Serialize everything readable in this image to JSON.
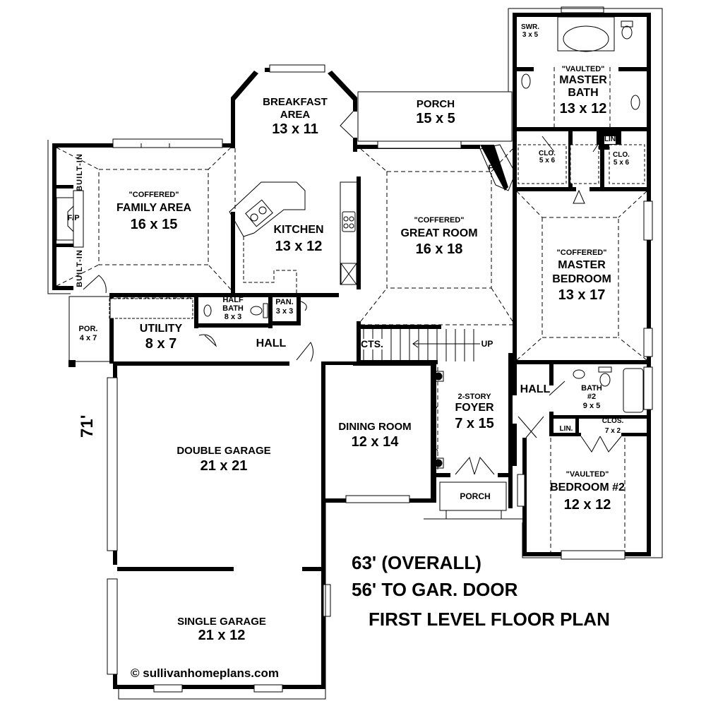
{
  "plan": {
    "title": "FIRST LEVEL FLOOR PLAN",
    "overall_width": "63' (OVERALL)",
    "garage_door_width": "56' TO GAR. DOOR",
    "overall_depth": "71'",
    "copyright": "© sullivanhomeplans.com"
  },
  "rooms": {
    "master_bath": {
      "note": "\"VAULTED\"",
      "name1": "MASTER",
      "name2": "BATH",
      "size": "13 x 12"
    },
    "shower": {
      "name": "SWR.",
      "size": "3 x 5"
    },
    "closet_left": {
      "name": "CLO.",
      "size": "5 x 6"
    },
    "closet_right": {
      "name": "CLO.",
      "size": "5 x 6"
    },
    "linen_master": {
      "name": "LIN"
    },
    "breakfast": {
      "name1": "BREAKFAST",
      "name2": "AREA",
      "size": "13 x 11"
    },
    "rear_porch": {
      "name": "PORCH",
      "size": "15 x 5"
    },
    "family_area": {
      "note": "\"COFFERED\"",
      "name": "FAMILY AREA",
      "size": "16 x 15"
    },
    "family_fireplace": {
      "name": "F/P"
    },
    "built_in_top": {
      "name": "BUILT-IN"
    },
    "built_in_bottom": {
      "name": "BUILT-IN"
    },
    "kitchen": {
      "name": "KITCHEN",
      "size": "13 x 12"
    },
    "great_room": {
      "note": "\"COFFERED\"",
      "name": "GREAT ROOM",
      "size": "16 x 18"
    },
    "great_fireplace": {
      "name": "F/P"
    },
    "master_bedroom": {
      "note": "\"COFFERED\"",
      "name1": "MASTER",
      "name2": "BEDROOM",
      "size": "13 x 17"
    },
    "side_porch": {
      "name": "POR.",
      "size": "4 x 7"
    },
    "utility": {
      "name": "UTILITY",
      "size": "8 x 7"
    },
    "half_bath": {
      "name1": "HALF",
      "name2": "BATH",
      "size": "8 x 3"
    },
    "pantry": {
      "name": "PAN.",
      "size": "3 x 3"
    },
    "hall_main": {
      "name": "HALL"
    },
    "closets_cts": {
      "name": "CTS."
    },
    "stairs": {
      "direction": "UP"
    },
    "hall_bed": {
      "name": "HALL"
    },
    "bath2": {
      "name1": "BATH",
      "name2": "#2",
      "size": "9 x 5"
    },
    "linen_bed": {
      "name": "LIN."
    },
    "closet_bed2": {
      "name": "CLOS.",
      "size": "7 x 2"
    },
    "foyer": {
      "note": "2-STORY",
      "name": "FOYER",
      "size": "7 x 15"
    },
    "dining": {
      "name": "DINING ROOM",
      "size": "12 x 14"
    },
    "front_porch": {
      "name": "PORCH"
    },
    "bedroom2": {
      "note": "\"VAULTED\"",
      "name": "BEDROOM #2",
      "size": "12 x 12"
    },
    "double_garage": {
      "name": "DOUBLE GARAGE",
      "size": "21 x 21"
    },
    "single_garage": {
      "name": "SINGLE GARAGE",
      "size": "21 x 12"
    }
  },
  "colors": {
    "wall": "#000000",
    "background": "#ffffff"
  }
}
